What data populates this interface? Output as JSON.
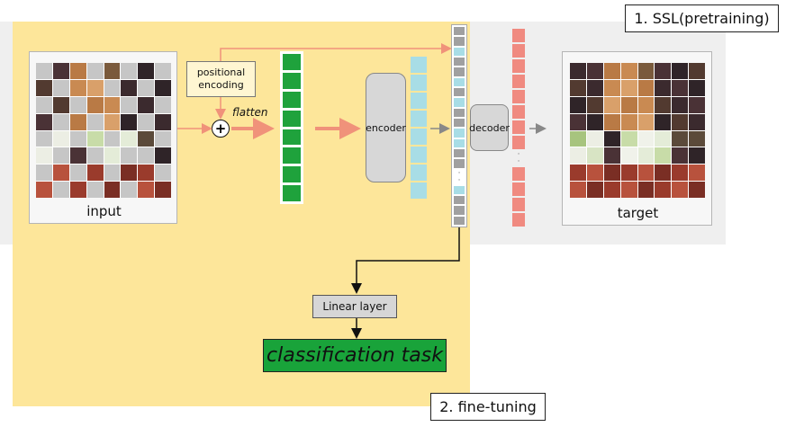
{
  "ssl_label": "1. SSL(pretraining)",
  "finetune_label": "2. fine-tuning",
  "input_caption": "input",
  "target_caption": "target",
  "positional_encoding": "positional encoding",
  "plus_symbol": "+",
  "flatten_label": "flatten",
  "encoder_label": "encoder",
  "decoder_label": "decoder",
  "linear_layer_label": "Linear layer",
  "classification_label": "classification task",
  "colors": {
    "ssl_background": "#efefef",
    "finetune_background": "#fde69a",
    "patch_token": "#1fa23c",
    "encoded_token": "#a8dde6",
    "mask_token": "#a0a0a0",
    "decoded_token": "#f08a80",
    "arrow": "#f0927a"
  }
}
